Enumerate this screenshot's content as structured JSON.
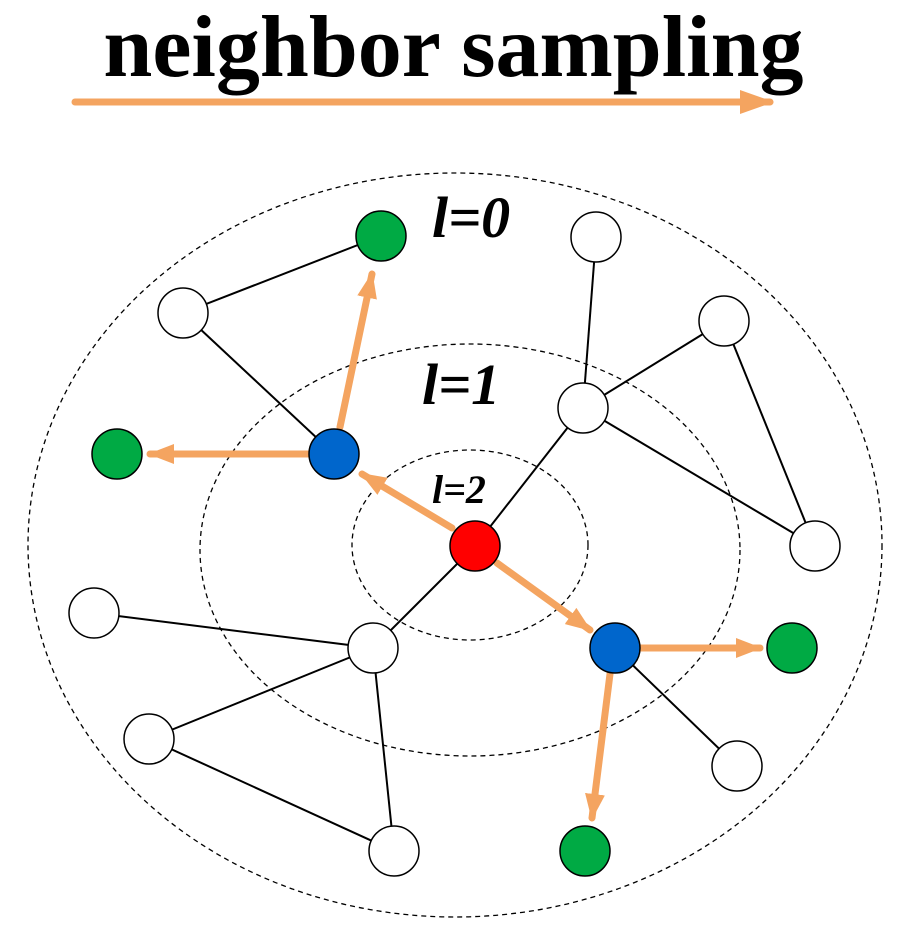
{
  "title": "neighbor sampling",
  "ring_labels": {
    "outer": "l=0",
    "middle": "l=1",
    "inner": "l=2"
  },
  "colors": {
    "arrow": "#F4A460",
    "root_node": "#FF0000",
    "sampled_hop1": "#0066CC",
    "sampled_hop2": "#00AA44",
    "unsampled_node": "#FFFFFF"
  }
}
